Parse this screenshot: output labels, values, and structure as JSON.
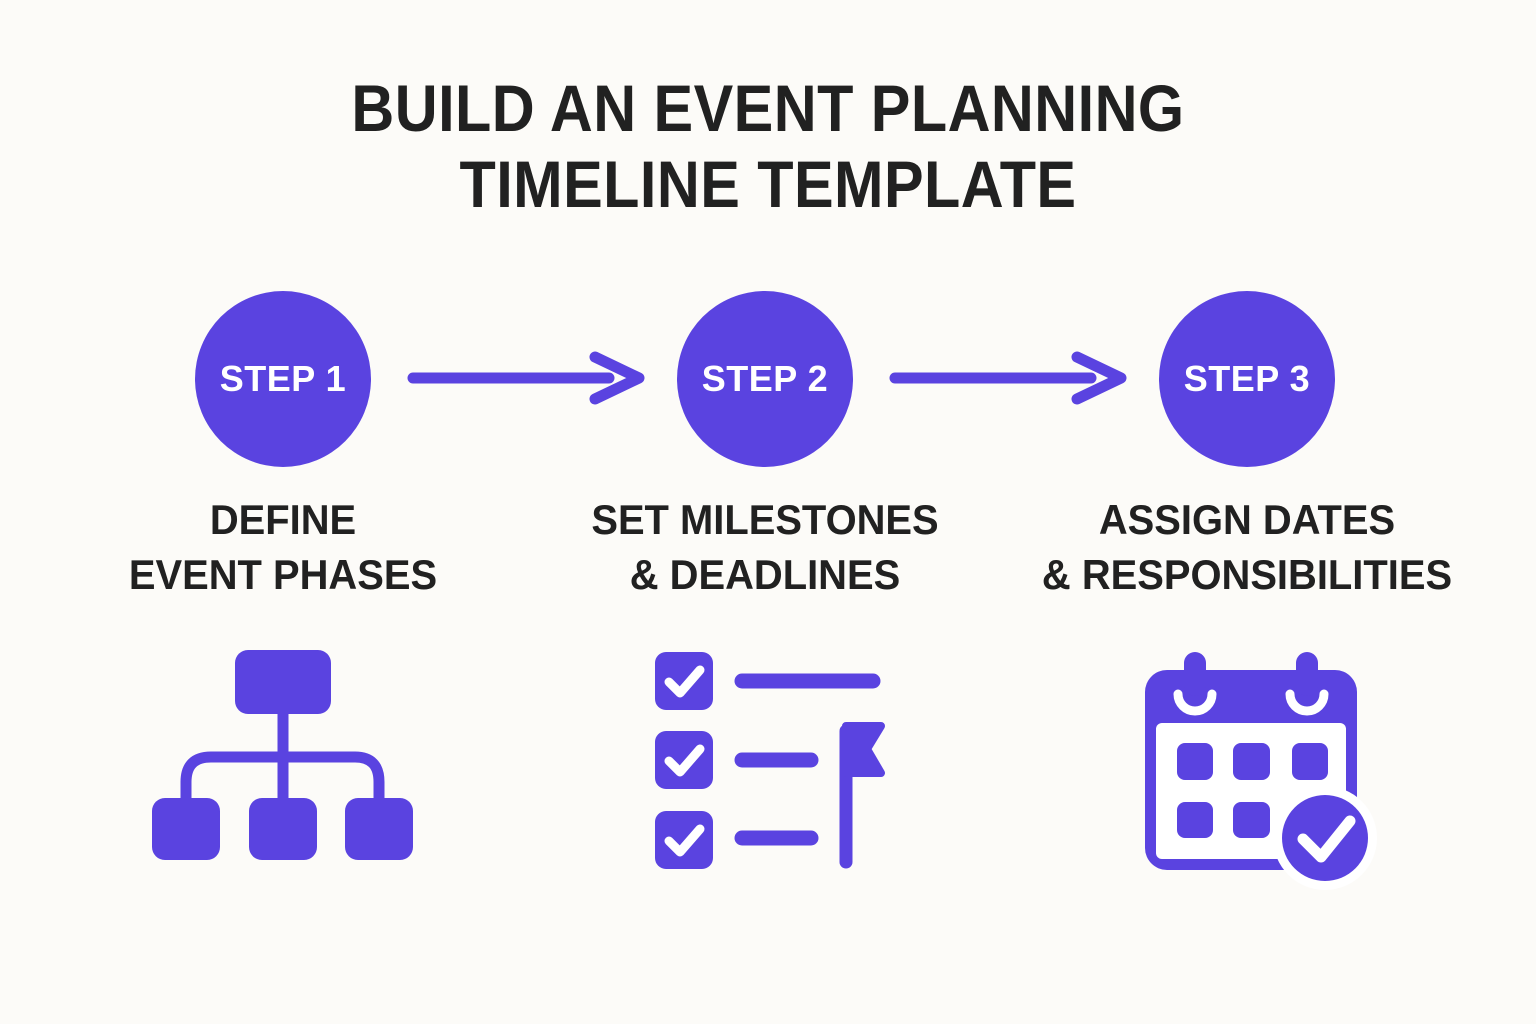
{
  "title": {
    "line1": "BUILD AN EVENT PLANNING",
    "line2": "TIMELINE TEMPLATE"
  },
  "colors": {
    "accent": "#5A43E0",
    "text": "#212121",
    "badge_text": "#FFFFFF",
    "background": "#FCFBF8"
  },
  "steps": [
    {
      "badge": "STEP 1",
      "label_line1": "DEFINE",
      "label_line2": "EVENT PHASES",
      "icon": "org-chart-icon"
    },
    {
      "badge": "STEP 2",
      "label_line1": "SET MILESTONES",
      "label_line2": "& DEADLINES",
      "icon": "checklist-flag-icon"
    },
    {
      "badge": "STEP 3",
      "label_line1": "ASSIGN DATES",
      "label_line2": "& RESPONSIBILITIES",
      "icon": "calendar-check-icon"
    }
  ],
  "connector_icon": "arrow-right-icon"
}
